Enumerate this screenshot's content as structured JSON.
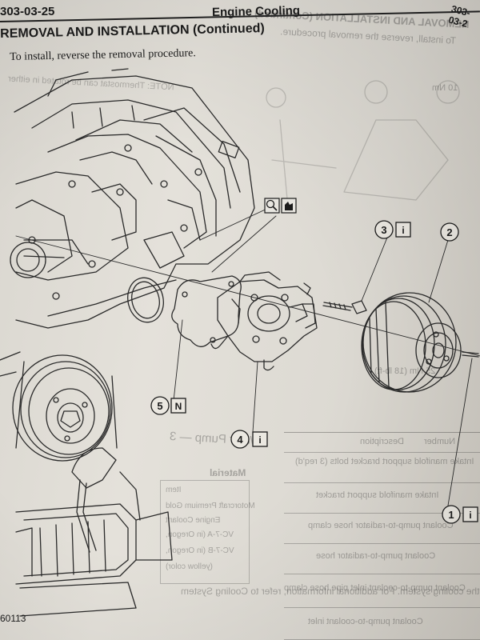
{
  "header": {
    "page_number": "303-03-25",
    "section_title": "Engine Cooling",
    "corner_text": "303-03-2"
  },
  "heading": "REMOVAL AND INSTALLATION (Continued)",
  "instruction": "To install, reverse the removal procedure.",
  "figure": {
    "figure_id": "60113",
    "callouts": [
      {
        "number": "1",
        "icon": "i"
      },
      {
        "number": "2",
        "icon": ""
      },
      {
        "number": "3",
        "icon": "i"
      },
      {
        "number": "4",
        "icon": "i"
      },
      {
        "number": "5",
        "icon": "N"
      }
    ]
  },
  "bleed_through": {
    "title": "REMOVAL AND INSTALLATION (Continued)",
    "subtitle": "To install, reverse the removal procedure.",
    "note": "NOTE: Thermostat can be rotated in either",
    "torque_top": "10 Nm",
    "torque_mid": "25 Nm (18 lb-ft)",
    "section": "Water Pump — 3",
    "material_heading": "Material",
    "material_rows": [
      "Item",
      "Motorcraft Premium Gold",
      "Engine Coolant",
      "VC-7-A (in Oregon,",
      "VC-7-B (in Oregon,",
      "(yellow color)"
    ],
    "table_headers": [
      "Number",
      "Description"
    ],
    "table_rows": [
      "Intake manifold support bracket bolts (3 req'd)",
      "Intake manifold support bracket",
      "Coolant pump-to-radiator hose clamp",
      "Coolant pump-to-radiator hose",
      "Coolant pump-to-coolant inlet pipe hose clamp",
      "Coolant pump-to-coolant inlet"
    ],
    "step": "1. Drain the cooling system. For additional information, refer to Cooling System"
  }
}
